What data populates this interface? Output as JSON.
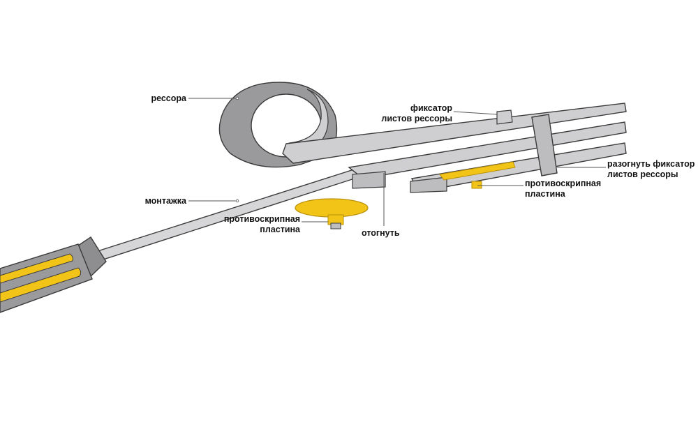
{
  "labels": {
    "spring": "рессора",
    "lever": "монтажка",
    "clip": {
      "line1": "фиксатор",
      "line2": "листов рессоры"
    },
    "unbend_clip": {
      "line1": "разогнуть фиксатор",
      "line2": "листов рессоры"
    },
    "pad_right": {
      "line1": "противоскрипная",
      "line2": "пластина"
    },
    "pad_left": {
      "line1": "противоскрипная",
      "line2": "пластина"
    },
    "bend": "отогнуть"
  },
  "colors": {
    "metal_fill": "#cfcfd1",
    "metal_dark": "#8e8e90",
    "outline": "#3a3a3a",
    "accent_yellow": "#f2c417",
    "accent_dark": "#b88f0a",
    "leader": "#555555"
  },
  "icons": {
    "tool": "screwdriver-icon",
    "pad": "anti-squeak-pad-icon"
  }
}
